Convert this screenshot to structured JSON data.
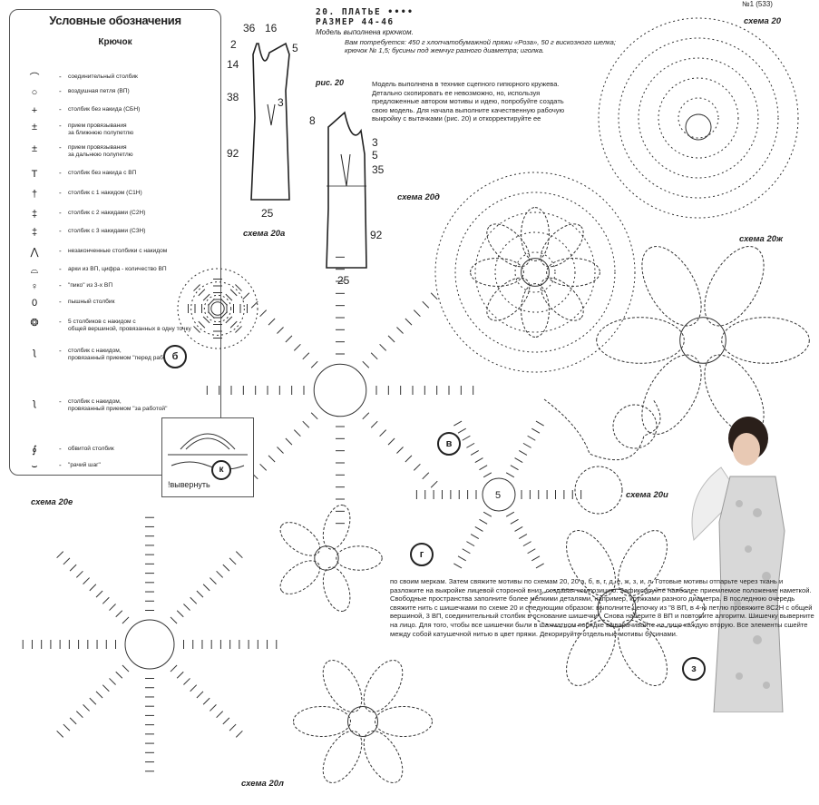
{
  "header": {
    "line1": "20. ПЛАТЬЕ ••••",
    "line2": "РАЗМЕР 44-46",
    "line3": "Модель выполнена крючком.",
    "page_no": "№1 (533)"
  },
  "materials": "Вам потребуется: 450 г хлопчатобумажной пряжи «Роза», 50 г вискозного шелка; крючок № 1,5; бусины под жемчуг разного диаметра; иголка.",
  "fig_label": "рис. 20",
  "intro_text": "Модель выполнена в технике сцепного гипюрного кружева. Детально скопировать ее невозможно, но, используя предложенные автором мотивы и идею, попробуйте создать свою модель. Для начала выполните качественную рабочую выкройку с вытачками (рис. 20) и откорректируйте ее",
  "legend": {
    "title": "Условные обозначения",
    "subtitle": "Крючок",
    "items": [
      {
        "sym": "⌒",
        "text": "соединительный столбик"
      },
      {
        "sym": "○",
        "text": "воздушная петля (ВП)"
      },
      {
        "sym": "+",
        "text": "столбик без накида (СБН)"
      },
      {
        "sym": "±",
        "text": "прием провязывания\nза ближнюю полупетлю"
      },
      {
        "sym": "±",
        "text": "прием провязывания\nза дальнюю полупетлю"
      },
      {
        "sym": "T",
        "text": "столбик без накида с ВП"
      },
      {
        "sym": "†",
        "text": "столбик с 1 накидом (С1Н)"
      },
      {
        "sym": "‡",
        "text": "столбик с 2 накидами (С2Н)"
      },
      {
        "sym": "‡",
        "text": "столбик с 3 накидами (С3Н)"
      },
      {
        "sym": "⋀",
        "text": "незаконченные столбики с накидом"
      },
      {
        "sym": "⌓",
        "text": "арки из ВП, цифра - количество ВП"
      },
      {
        "sym": "♀",
        "text": "\"пико\" из 3-х ВП"
      },
      {
        "sym": "0",
        "text": "пышный столбик"
      },
      {
        "sym": "❂",
        "text": "5 столбиков с накидом с\nобщей вершиной, провязанных в одну точку"
      },
      {
        "sym": "ʅ",
        "text": "столбик с накидом,\nпровязанный приемом \"перед работой\""
      },
      {
        "sym": "ʅ",
        "text": "столбик с накидом,\nпровязанный приемом \"за работой\""
      },
      {
        "sym": "∮",
        "text": "обвитой столбик"
      },
      {
        "sym": "⌣",
        "text": "\"рачий шаг\""
      }
    ]
  },
  "pattern": {
    "a_top": [
      "36",
      "16"
    ],
    "a_left": [
      "2",
      "14",
      "38",
      "92"
    ],
    "a_right": "5",
    "a_mid": "3",
    "a_bottom": "25",
    "b_left": "8",
    "b_right": [
      "3",
      "5",
      "35",
      "92"
    ],
    "b_bottom": "25"
  },
  "schemes": {
    "s20": "схема 20",
    "s20a": "схема 20а",
    "s20d": "схема 20д",
    "s20zh": "схема 20ж",
    "s20i": "схема 20и",
    "s20e": "схема 20е",
    "s20l": "схема 20л"
  },
  "badges": {
    "b": "б",
    "v": "в",
    "g": "г",
    "z": "з",
    "k": "к"
  },
  "motif_center": "5",
  "k_note": "!вывернуть",
  "body_text": "по своим меркам. Затем свяжите мотивы по схемам 20, 20 а, б, в, г, д, е, ж, з, и, л. Готовые мотивы отпарьте через ткань и разложите на выкройке лицевой стороной вниз, создавая композицию. Зафиксируйте наиболее приемлемое положение наметкой. Свободные пространства заполните более мелкими деталями, например, кружками разного диаметра. В последнюю очередь свяжите нить с шишечками по схеме 20 и следующим образом: выполните цепочку из \"8 ВП, в 4-ю петлю провяжите 8С2Н с общей вершиной, 3 ВП, соединительный столбик в основание шишечки\". Снова наберите 8 ВП и повторите алгоритм. Шишечку выверните на лицо. Для того, чтобы все шишечки были в шахматном порядке выворачивайте на лицо каждую вторую. Все элементы сшейте между собой катушечной нитью в цвет пряжи. Декорируйте отдельные мотивы бусинами."
}
